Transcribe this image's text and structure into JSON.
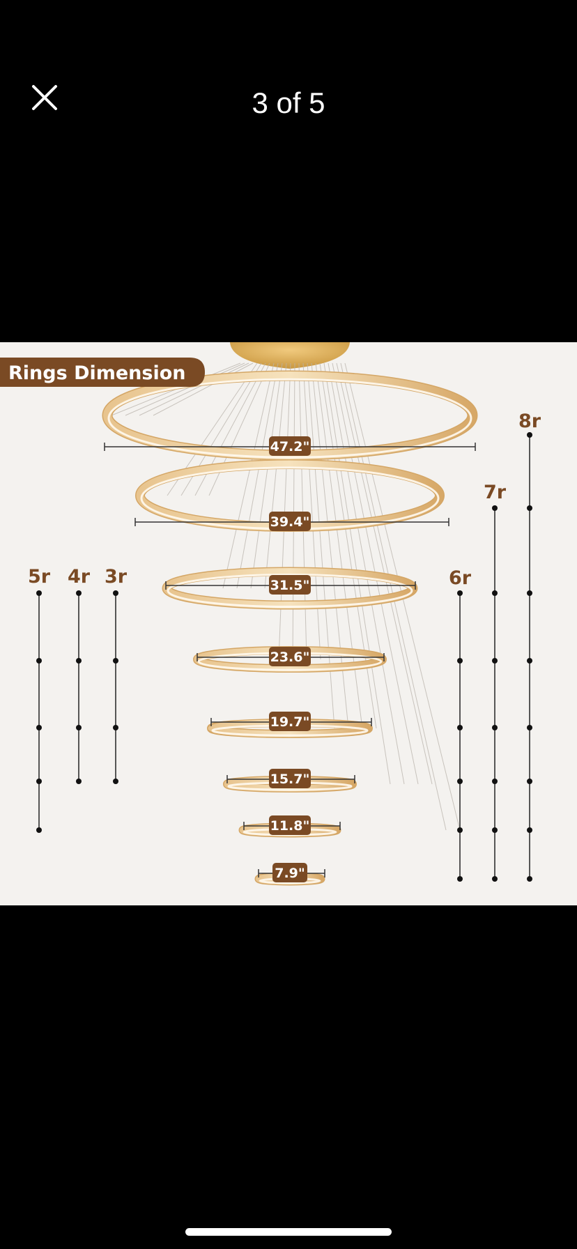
{
  "viewer": {
    "counter": "3 of 5",
    "close_icon": "close-icon"
  },
  "image": {
    "banner": "Rings Dimension",
    "rings": [
      {
        "label": "47.2\""
      },
      {
        "label": "39.4\""
      },
      {
        "label": "31.5\""
      },
      {
        "label": "23.6\""
      },
      {
        "label": "19.7\""
      },
      {
        "label": "15.7\""
      },
      {
        "label": "11.8\""
      },
      {
        "label": "7.9\""
      }
    ],
    "heights": [
      {
        "label": "5r",
        "points": 5
      },
      {
        "label": "4r",
        "points": 4
      },
      {
        "label": "3r",
        "points": 4
      },
      {
        "label": "6r",
        "points": 6
      },
      {
        "label": "7r",
        "points": 7
      },
      {
        "label": "8r",
        "points": 8
      }
    ],
    "colors": {
      "brown": "#7a4a24",
      "gold": "#d9b077",
      "background": "#f4f2ef"
    }
  }
}
